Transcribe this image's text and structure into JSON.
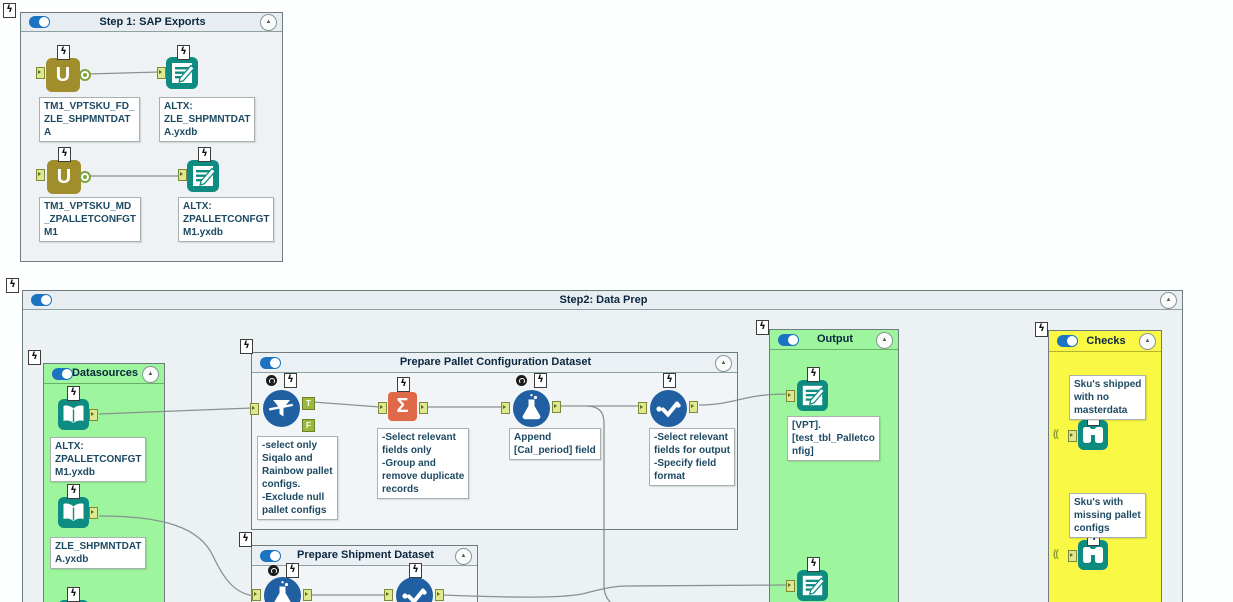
{
  "containers": {
    "step1": {
      "title": "Step 1: SAP Exports"
    },
    "step2": {
      "title": "Step2: Data Prep"
    },
    "datasources": {
      "title": "Datasources"
    },
    "pallet": {
      "title": "Prepare Pallet Configuration Dataset"
    },
    "shipment": {
      "title": "Prepare Shipment Dataset"
    },
    "output": {
      "title": "Output"
    },
    "checks": {
      "title": "Checks"
    }
  },
  "annotations": {
    "sap_fd": "TM1_VPTSKU_FD_\nZLE_SHPMNTDAT\nA",
    "altx_shpmnt": "ALTX:\nZLE_SHPMNTDAT\nA.yxdb",
    "sap_md": "TM1_VPTSKU_MD\n_ZPALLETCONFGT\nM1",
    "altx_pallet": "ALTX:\nZPALLETCONFGT\nM1.yxdb",
    "ds_pallet": "ALTX:\nZPALLETCONFGT\nM1.yxdb",
    "ds_shpmnt": "ZLE_SHPMNTDAT\nA.yxdb",
    "filter_note": "-select only\nSiqalo and\nRainbow pallet\nconfigs.\n-Exclude null\npallet configs",
    "summarize_note": "-Select relevant\nfields only\n-Group and\nremove duplicate\nrecords",
    "formula_note": "Append\n[Cal_period] field",
    "select_note": "-Select relevant\nfields for output\n-Specify field\nformat",
    "output_table": "[VPT].\n[test_tbl_Palletco\nnfig]",
    "check_no_masterdata": "Sku's shipped\nwith no\nmasterdata",
    "check_missing_configs": "Sku's with\nmissing pallet\nconfigs"
  },
  "anchors": {
    "true_label": "T",
    "false_label": "F"
  },
  "icons": {
    "sap_letter": "U",
    "summarize_sigma": "Σ",
    "bolt": "ϟ",
    "collapse_arrow": "▲",
    "wireless": "(("
  },
  "colors": {
    "container_green": "#9df69d",
    "container_yellow": "#f9f845",
    "tool_teal": "#0f8c82",
    "tool_blue": "#1f5fa2",
    "tool_gold": "#a08d2b",
    "tool_orange": "#e0694a",
    "toggle_blue": "#1b73c1",
    "wire_gray": "#8b9191"
  }
}
